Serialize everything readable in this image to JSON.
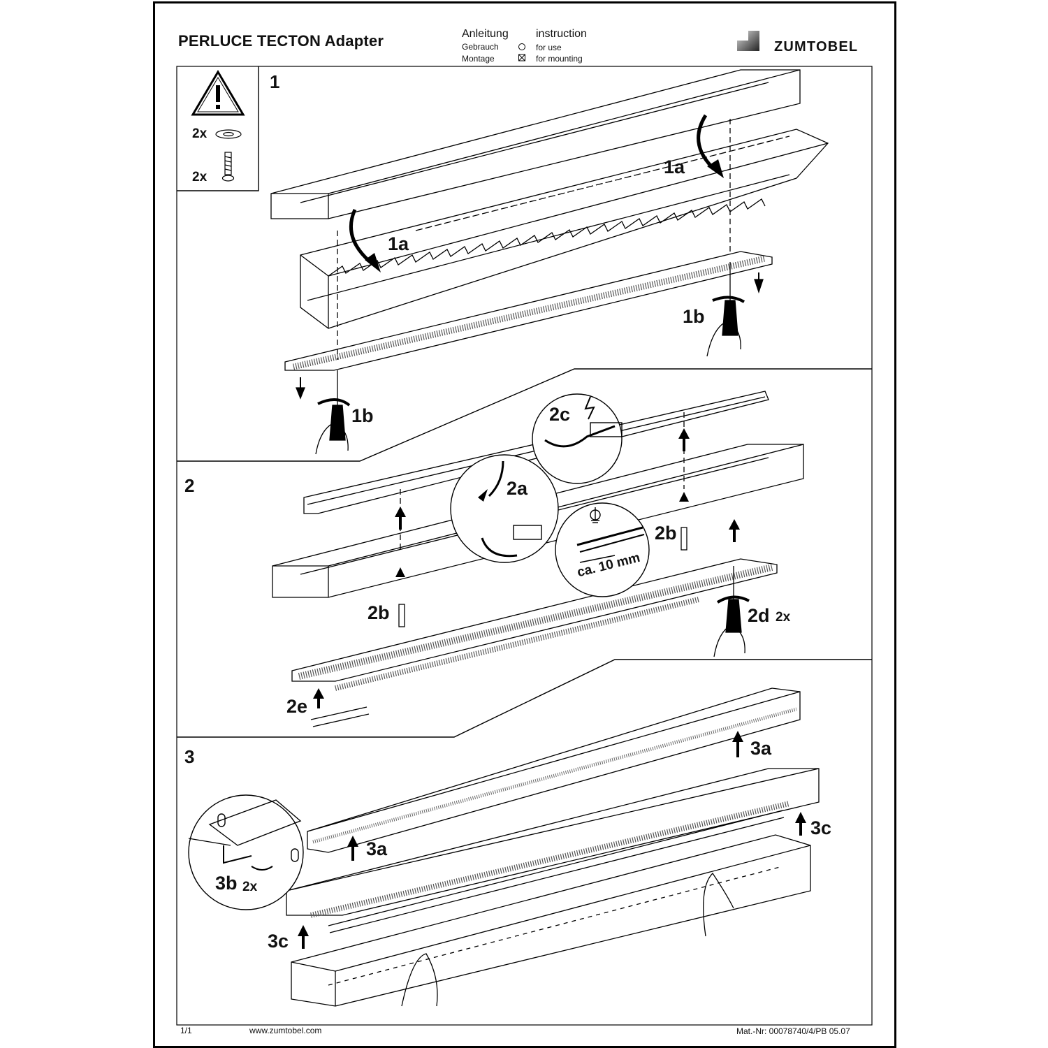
{
  "header": {
    "title": "PERLUCE TECTON Adapter",
    "de_heading": "Anleitung",
    "de_use": "Gebrauch",
    "de_mount": "Montage",
    "en_heading": "instruction",
    "en_use": "for use",
    "en_mount": "for mounting",
    "brand": "ZUMTOBEL"
  },
  "parts": [
    {
      "qty": "2x",
      "icon": "washer-icon"
    },
    {
      "qty": "2x",
      "icon": "screw-icon"
    }
  ],
  "steps": {
    "s1": "1",
    "s2": "2",
    "s3": "3"
  },
  "labels": {
    "l1a_right": "1a",
    "l1a_left": "1a",
    "l1b_right": "1b",
    "l1b_left": "1b",
    "l2a": "2a",
    "l2b_left": "2b",
    "l2b_right": "2b",
    "l2c": "2c",
    "l2d": "2d",
    "l2d_qty": "2x",
    "l2e": "2e",
    "ca10": "ca. 10 mm",
    "l3a_top": "3a",
    "l3a_mid": "3a",
    "l3b": "3b",
    "l3b_qty": "2x",
    "l3c_right": "3c",
    "l3c_left": "3c"
  },
  "footer": {
    "page": "1/1",
    "url": "www.zumtobel.com",
    "mat_nr": "Mat.-Nr:  00078740/4/PB 05.07"
  }
}
